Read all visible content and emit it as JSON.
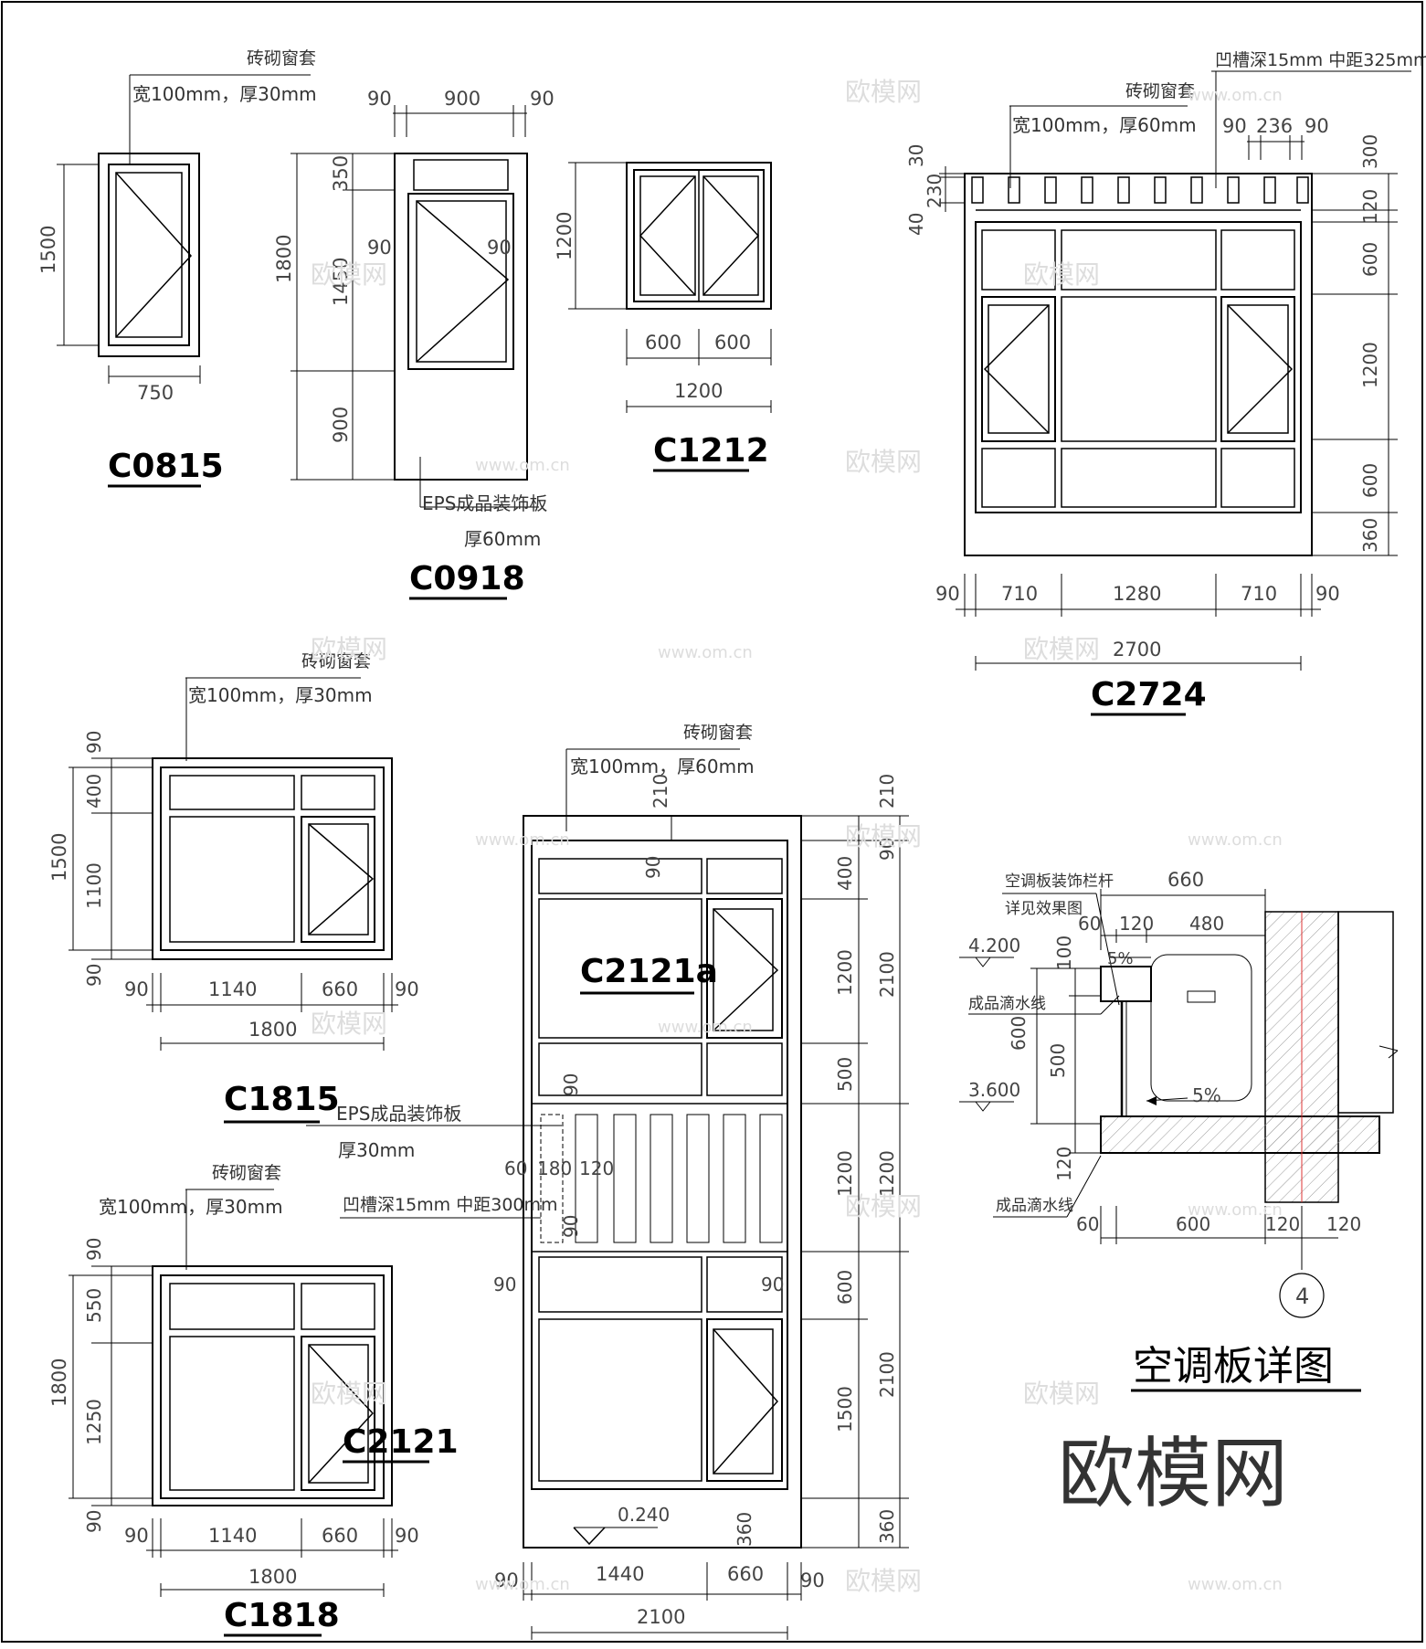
{
  "windows": {
    "c0815": {
      "name": "C0815",
      "note_title": "砖砌窗套",
      "note_spec": "宽100mm，厚30mm",
      "dim_height": "1500",
      "dim_width": "750"
    },
    "c0918": {
      "name": "C0918",
      "top_dims": [
        "90",
        "900",
        "90"
      ],
      "dim_total": "1800",
      "dim_parts": [
        "350",
        "1450",
        "900"
      ],
      "dim_side_left": "90",
      "dim_side_right": "90",
      "eps_note": "EPS成品装饰板",
      "eps_thickness": "厚60mm"
    },
    "c1212": {
      "name": "C1212",
      "dim_height": "1200",
      "dim_w1": "600",
      "dim_w2": "600",
      "dim_width": "1200"
    },
    "c2724": {
      "name": "C2724",
      "groove_note": "凹槽深15mm 中距325mm",
      "note_title": "砖砌窗套",
      "note_spec": "宽100mm，厚60mm",
      "groove_dims": [
        "90",
        "236",
        "90"
      ],
      "left_dims": [
        "30",
        "230",
        "40"
      ],
      "right_dims": [
        "300",
        "120",
        "600",
        "1200",
        "600",
        "360"
      ],
      "bottom_dims": [
        "90",
        "710",
        "1280",
        "710",
        "90"
      ],
      "dim_width": "2700"
    },
    "c1815": {
      "name": "C1815",
      "note_title": "砖砌窗套",
      "note_spec": "宽100mm，厚30mm",
      "left_dims": [
        "90",
        "400",
        "1100",
        "90"
      ],
      "dim_height": "1500",
      "bottom_dims": [
        "90",
        "1140",
        "660",
        "90"
      ],
      "dim_width": "1800"
    },
    "c1818": {
      "name": "C1818",
      "label_inside": "C2121",
      "note_title": "砖砌窗套",
      "note_spec": "宽100mm，厚30mm",
      "left_dims": [
        "90",
        "550",
        "1250",
        "90"
      ],
      "dim_height": "1800",
      "bottom_dims": [
        "90",
        "1140",
        "660",
        "90"
      ],
      "dim_width": "1800"
    },
    "c2121a": {
      "name": "C2121a",
      "note_title": "砖砌窗套",
      "note_spec": "宽100mm，厚60mm",
      "top_dims": [
        "210",
        "90"
      ],
      "eps_note": "EPS成品装饰板",
      "eps_thickness": "厚30mm",
      "groove_note": "凹槽深15mm 中距300mm",
      "groove_dims": [
        "60",
        "180",
        "120"
      ],
      "inner_dims": [
        "90",
        "90",
        "90",
        "90",
        "360"
      ],
      "level": "0.240",
      "right_dims": [
        "400",
        "1200",
        "500",
        "1200",
        "600",
        "1500"
      ],
      "total_dims": [
        "210",
        "90",
        "2100",
        "1200",
        "2100",
        "360"
      ],
      "bottom_dims": [
        "90",
        "1440",
        "660",
        "90"
      ],
      "dim_width": "2100"
    }
  },
  "ac_detail": {
    "title": "空调板详图",
    "railing_note": "空调板装饰栏杆",
    "railing_sub": "详见效果图",
    "top_dims": [
      "660",
      "60",
      "120",
      "480"
    ],
    "slope": "5%",
    "slope_inner": "5%",
    "level_top": "4.200",
    "level_bottom": "3.600",
    "drip_1": "成品滴水线",
    "drip_2": "成品滴水线",
    "left_dims": [
      "100",
      "600",
      "500",
      "120"
    ],
    "bottom_dims": [
      "60",
      "600",
      "120",
      "120"
    ],
    "axis": "4"
  },
  "watermark": {
    "brand": "欧模网",
    "url": "www.om.cn"
  }
}
